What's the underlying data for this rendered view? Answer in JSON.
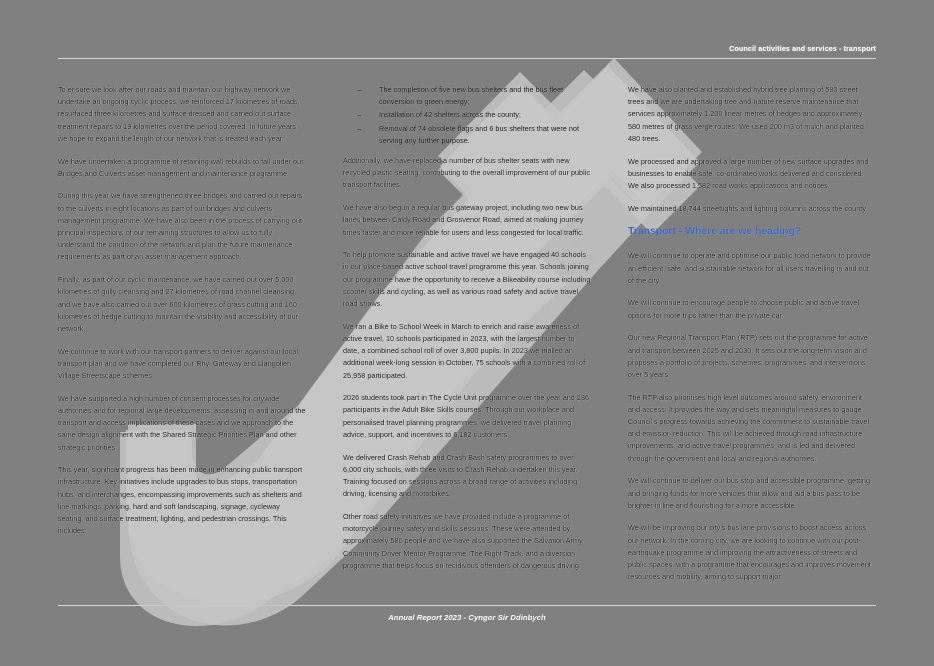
{
  "header": {
    "title": "Council activities and services - transport"
  },
  "footer": {
    "text": "Annual Report 2023 - Cyngor Sir Ddinbych"
  },
  "watermark": {
    "shape": "curved-arrow",
    "color": "#c9c9c9"
  },
  "colors": {
    "page_background": "#808080",
    "heading_blue": "#3b63c4",
    "rule": "#d8d8d8",
    "body_text": "#111111",
    "header_text": "#ffffff"
  },
  "columns": {
    "left": {
      "paragraphs": [
        "To ensure we look after our roads and maintain our highway network we undertake an ongoing cyclic process, we reinforced 17 kilometres of roads, resurfaced three kilometres and surface dressed and carried out surface treatment repairs to 19 kilometres over the period covered. In future years we hope to expand the length of our network that is treated each year.",
        "We have undertaken a programme of retaining wall rebuilds to fall under our Bridges and Culverts asset management and maintenance programme.",
        "During this year we have strengthened three bridges and carried out repairs to the culverts in eight locations as part of our bridges and culverts management programme. We have also been in the process of carrying out principal inspections of our remaining structures to allow us to fully understand the condition of the network and plan the future maintenance requirements as part of an asset management approach.",
        "Finally, as part of our cyclic maintenance, we have carried out over 5,000 kilometres of gully cleansing and 27 kilometres of road channel cleansing, and we have also carried out over 600 kilometres of grass cutting and 160 kilometres of hedge cutting to maintain the visibility and accessibility of our network.",
        "We continue to work with our transport partners to deliver against our local transport plan and we have completed our Rhyl Gateway and Llangollen Village Streetscape schemes.",
        "We have supported a high number of consent processes for citywide authorities and for regional large developments, assessing in and around the transport and access implications of these cases and we approach to the same design alignment with the Shared Strategic Priorities Plan and other strategic priorities.",
        "This year, significant progress has been made in enhancing public transport infrastructure. Key initiatives include upgrades to bus stops, transportation hubs, and interchanges, encompassing improvements such as shelters and line markings, parking, hard and soft landscaping, signage, cycleway seating, and surface treatment, lighting, and pedestrian crossings. This includes:"
      ]
    },
    "middle": {
      "bullets": [
        "The completion of five new bus shelters and the bus fleet conversion to green energy;",
        "Installation of 42 shelters across the county;",
        "Removal of 74 obsolete flags and 6 bus shelters that were not serving any further purpose."
      ],
      "paragraphs": [
        "Additionally, we have replaced a number of bus shelter seats with new recycled plastic seating, contributing to the overall improvement of our public transport facilities.",
        "We have also begun a regular bus gateway project, including two new bus lanes between Caldy Road and Grosvenor Road, aimed at making journey times faster and more reliable for users and less congested for local traffic.",
        "To help promote sustainable and active travel we have engaged 40 schools in our place-based active school travel programme this year. Schools joining our programme have the opportunity to receive a Bikeability course including scooter skills and cycling, as well as various road safety and active travel road shows.",
        "We ran a Bike to School Week in March to enrich and raise awareness of active travel, 10 schools participated in 2023, with the largest number to date, a combined school roll of over 3,800 pupils. In 2023 we trialled an additional week-long session in October, 75 schools with a combined roll of 25,958 participated.",
        "2026 students took part in The Cycle Unit programme over the year and 236 participants in the Adult Bike Skills courses. Through our workplace and personalised travel planning programmes, we delivered travel planning advice, support, and incentives to 6,182 customers.",
        "We delivered Crash Rehab and Crash Bash safety programmes to over 6,000 city schools, with three visits to Crash Rehab undertaken this year. Training focused on sessions across a broad range of activities including driving, licensing and motorbikes.",
        "Other road safety initiatives we have provided include a programme of motorcycle journey safety and skills sessions. These were attended by approximately 580 people and we have also supported the Salvation Army Community Driver Mentor Programme, The Right Track, and a diversion programme that helps focus on recidivous offenders of dangerous driving."
      ]
    },
    "right": {
      "paragraphs_before_heading": [
        "We have also planted and established hybrid tree planting of 580 street trees and we are undertaking tree and nature reserve maintenance that services approximately 1,200 linear metres of hedges and approximately 580 metres of grass verge routes. We used 200 m3 of mulch and planted 480 trees.",
        "We processed and approved a large number of new surface upgrades and businesses to enable safe, co-ordinated works delivered and considered. We also processed 1,582 road works applications and notices.",
        "We maintained 18,744 streetlights and lighting columns across the county."
      ],
      "heading": "Transport - Where are we heading?",
      "paragraphs_after_heading": [
        "We will continue to operate and optimise our public road network to provide an efficient, safe, and sustainable network for all users travelling in and out of the city.",
        "We will continue to encourage people to choose public and active travel options for more trips rather than the private car.",
        "Our new Regional Transport Plan (RTP) sets out the programme for active and transport between 2025 and 2030. It sets out the long-term vision and proposes a portfolio of projects, schemes, programmes, and interventions over 5 years.",
        "The RTP also prioritises high level outcomes around safety, environment, and access. It provides the way and sets meaningful measures to gauge Council's progress towards achieving the commitment to sustainable travel and emission reduction. This will be achieved through road infrastructure improvements, and active travel programmes, and is led and delivered through the government and local and regional authorities.",
        "We will continue to deliver our bus stop and accessible programme, getting and bringing funds for more vehicles that allow and aid a bus pass to be brighter in line and flourishing for a more accessible.",
        "We will be improving our city's bus lane provisions to boost access across our network. In the coming city, we are looking to continue with our post-earthquake programme and improving the attractiveness of streets and public spaces, with a programme that encourages and improves movement resources and mobility, aiming to support major"
      ]
    }
  }
}
